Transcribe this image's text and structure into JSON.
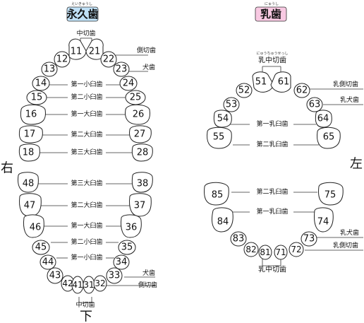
{
  "permanent": {
    "title": "永久歯",
    "title_ruby": "えいきゅうし",
    "title_color": "#bfe0f6",
    "upper_teeth": [
      "11",
      "21",
      "12",
      "22",
      "13",
      "23",
      "14",
      "24",
      "15",
      "25",
      "16",
      "26",
      "17",
      "27",
      "18",
      "28"
    ],
    "lower_teeth": [
      "48",
      "38",
      "47",
      "37",
      "46",
      "36",
      "45",
      "35",
      "44",
      "34",
      "43",
      "33",
      "42",
      "41",
      "31",
      "32"
    ],
    "labels": {
      "central_incisor": "中切歯",
      "lateral_incisor": "側切歯",
      "canine": "犬歯",
      "first_premolar": "第一小臼歯",
      "second_premolar": "第二小臼歯",
      "first_molar": "第一大臼歯",
      "second_molar": "第二大臼歯",
      "third_molar": "第三大臼歯"
    }
  },
  "primary": {
    "title": "乳歯",
    "title_ruby": "にゅうし",
    "title_color": "#f8c9e2",
    "upper_teeth": [
      "51",
      "61",
      "52",
      "62",
      "53",
      "63",
      "54",
      "64",
      "55",
      "65"
    ],
    "lower_teeth": [
      "85",
      "75",
      "84",
      "74",
      "83",
      "73",
      "82",
      "81",
      "71",
      "72"
    ],
    "labels": {
      "central_incisor": "乳中切歯",
      "central_incisor_ruby": "にゅうちゅうせっし",
      "lateral_incisor": "乳側切歯",
      "canine": "乳犬歯",
      "first_molar": "第一乳臼歯",
      "second_molar": "第二乳臼歯"
    }
  },
  "sides": {
    "right": "右",
    "left": "左",
    "bottom": "下"
  }
}
